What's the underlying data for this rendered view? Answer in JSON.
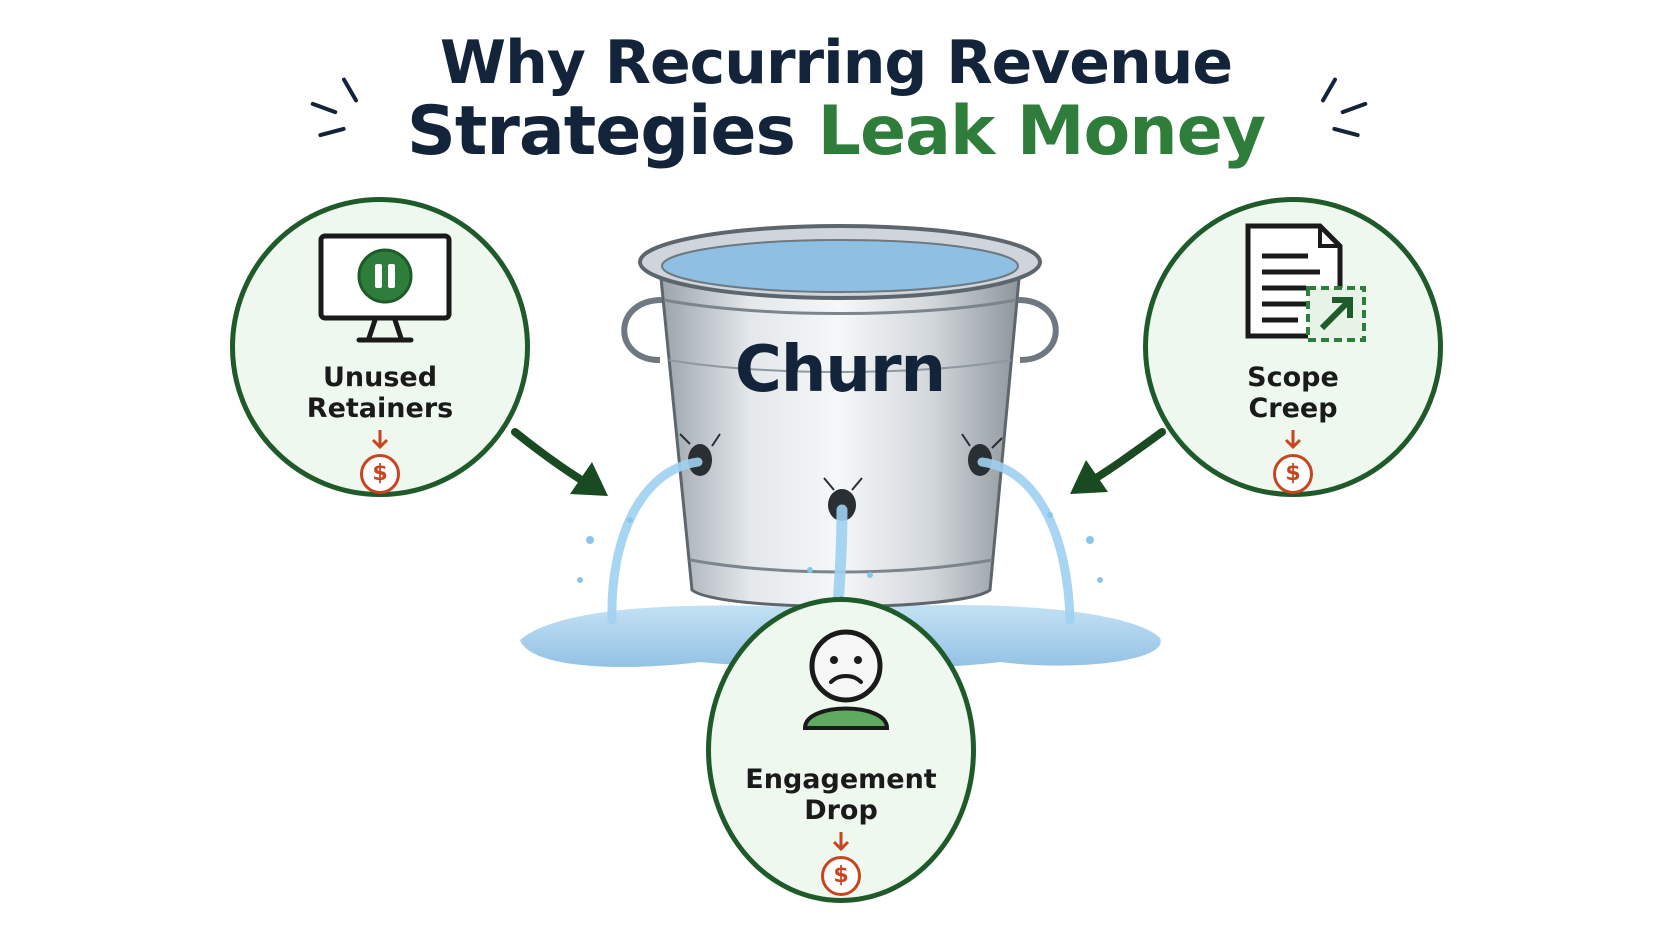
{
  "title": {
    "line1": "Why Recurring Revenue",
    "line2_dark": "Strategies ",
    "line2_accent": "Leak Money"
  },
  "bucket": {
    "label": "Churn"
  },
  "nodes": [
    {
      "label_line1": "Unused",
      "label_line2": "Retainers",
      "icon": "pause-monitor-icon"
    },
    {
      "label_line1": "Scope",
      "label_line2": "Creep",
      "icon": "expanding-document-icon"
    },
    {
      "label_line1": "Engagement",
      "label_line2": "Drop",
      "icon": "sad-user-icon"
    }
  ],
  "dollar_symbol": "$",
  "colors": {
    "dark_navy": "#13233a",
    "accent_green": "#2e7d3a",
    "circle_border": "#1f5b2a",
    "circle_fill": "#eef8ee",
    "loss_red": "#c8461f",
    "water": "#8cc4ea"
  }
}
